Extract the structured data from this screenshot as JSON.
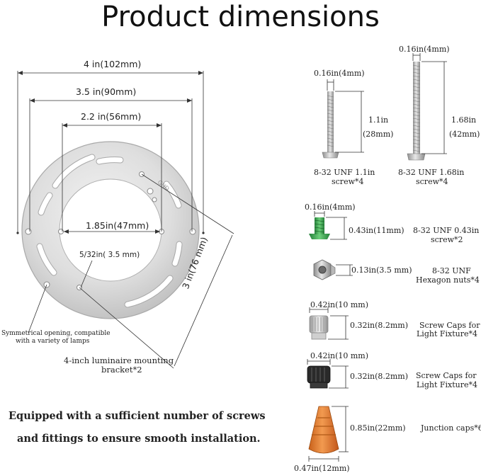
{
  "title": "Product dimensions",
  "plate": {
    "dim_4in": "4 in(102mm)",
    "dim_3_5in": "3.5 in(90mm)",
    "dim_2_2in": "2.2 in(56mm)",
    "dim_1_85in": "1.85in(47mm)",
    "dim_5_32in": "5/32in( 3.5 mm)",
    "dim_3in": "3 in(76 mm)",
    "note_opening_1": "Symmetrical opening, compatible",
    "note_opening_2": "with a variety of lamps",
    "name_1": "4-inch luminaire mounting",
    "name_2": "bracket*2"
  },
  "screws": {
    "short_width": "0.16in(4mm)",
    "short_len_1": "1.1in",
    "short_len_2": "(28mm)",
    "short_name_1": "8-32 UNF 1.1in",
    "short_name_2": "screw*4",
    "long_width": "0.16in(4mm)",
    "long_len_1": "1.68in",
    "long_len_2": "(42mm)",
    "long_name_1": "8-32 UNF 1.68in",
    "long_name_2": "screw*4"
  },
  "green_screw": {
    "width": "0.16in(4mm)",
    "length": "0.43in(11mm)",
    "name_1": "8-32 UNF 0.43in",
    "name_2": "screw*2"
  },
  "nut": {
    "size": "0.13in(3.5 mm)",
    "name_1": "8-32 UNF",
    "name_2": "Hexagon nuts*4"
  },
  "cap_silver": {
    "width": "0.42in(10 mm)",
    "height": "0.32in(8.2mm)",
    "name_1": "Screw Caps for",
    "name_2": "Light Fixture*4"
  },
  "cap_black": {
    "width": "0.42in(10 mm)",
    "height": "0.32in(8.2mm)",
    "name_1": "Screw Caps for",
    "name_2": "Light Fixture*4"
  },
  "junction": {
    "height": "0.85in(22mm)",
    "width": "0.47in(12mm)",
    "name": "Junction caps*6"
  },
  "caption_1": "Equipped with a sufficient number of screws",
  "caption_2": "and fittings to ensure smooth installation.",
  "colors": {
    "plate_metal": "#d9d9d9",
    "green_screw": "#3da54a",
    "junction_orange": "#e07a2e",
    "cap_black": "#2a2a2a"
  }
}
